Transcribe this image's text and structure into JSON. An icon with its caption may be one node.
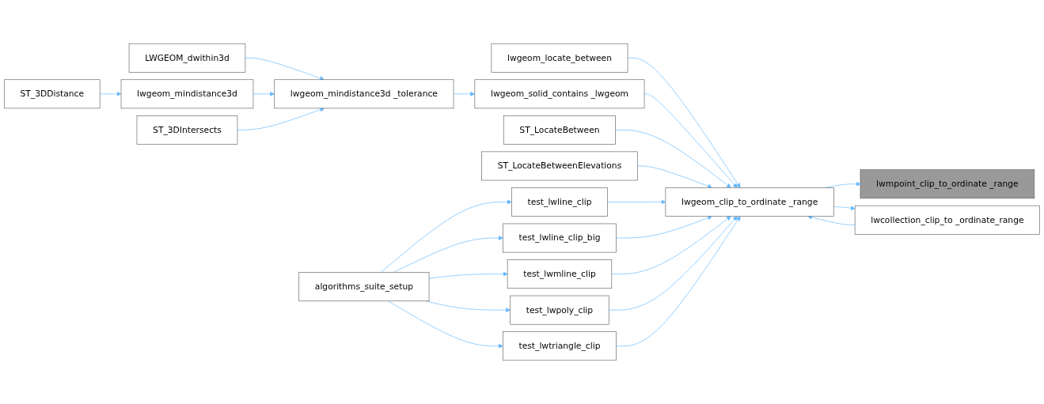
{
  "diagram": {
    "nodes": [
      {
        "text": [
          "lwmpoint_clip_to_ordinate _range"
        ]
      },
      {
        "text": [
          "lwgeom_clip_to_ordinate _range"
        ]
      },
      {
        "text": [
          "lwcollection_clip_to _ordinate_range"
        ]
      },
      {
        "text": [
          "lwgeom_locate_between"
        ]
      },
      {
        "text": [
          "lwgeom_solid_contains _lwgeom"
        ]
      },
      {
        "text": [
          "ST_LocateBetween"
        ]
      },
      {
        "text": [
          "ST_LocateBetweenElevations"
        ]
      },
      {
        "text": [
          "test_lwline_clip"
        ]
      },
      {
        "text": [
          "test_lwline_clip_big"
        ]
      },
      {
        "text": [
          "test_lwmline_clip"
        ]
      },
      {
        "text": [
          "test_lwpoly_clip"
        ]
      },
      {
        "text": [
          "test_lwtriangle_clip"
        ]
      },
      {
        "text": [
          "lwgeom_mindistance3d _tolerance"
        ]
      },
      {
        "text": [
          "LWGEOM_dwithin3d"
        ]
      },
      {
        "text": [
          "lwgeom_mindistance3d"
        ]
      },
      {
        "text": [
          "ST_3DIntersects"
        ]
      },
      {
        "text": [
          "ST_3DDistance"
        ]
      },
      {
        "text": [
          "algorithms_suite_setup"
        ]
      }
    ],
    "edges": [
      {
        "from": 1,
        "to": 0,
        "arrow": "to"
      },
      {
        "from": 2,
        "to": 1,
        "arrow": "to"
      },
      {
        "from": 1,
        "to": 2,
        "arrow": "to"
      },
      {
        "from": 3,
        "to": 1,
        "arrow": "to"
      },
      {
        "from": 4,
        "to": 1,
        "arrow": "to"
      },
      {
        "from": 5,
        "to": 1,
        "arrow": "to"
      },
      {
        "from": 6,
        "to": 1,
        "arrow": "to"
      },
      {
        "from": 7,
        "to": 1,
        "arrow": "to"
      },
      {
        "from": 8,
        "to": 1,
        "arrow": "to"
      },
      {
        "from": 9,
        "to": 1,
        "arrow": "to"
      },
      {
        "from": 10,
        "to": 1,
        "arrow": "to"
      },
      {
        "from": 11,
        "to": 1,
        "arrow": "to"
      },
      {
        "from": 12,
        "to": 4,
        "arrow": "to"
      },
      {
        "from": 13,
        "to": 12,
        "arrow": "to"
      },
      {
        "from": 14,
        "to": 12,
        "arrow": "to"
      },
      {
        "from": 15,
        "to": 12,
        "arrow": "to"
      },
      {
        "from": 16,
        "to": 14,
        "arrow": "to"
      },
      {
        "from": 17,
        "to": 7,
        "arrow": "to"
      },
      {
        "from": 17,
        "to": 8,
        "arrow": "to"
      },
      {
        "from": 17,
        "to": 9,
        "arrow": "to"
      },
      {
        "from": 17,
        "to": 10,
        "arrow": "to"
      },
      {
        "from": 17,
        "to": 11,
        "arrow": "to"
      }
    ]
  }
}
